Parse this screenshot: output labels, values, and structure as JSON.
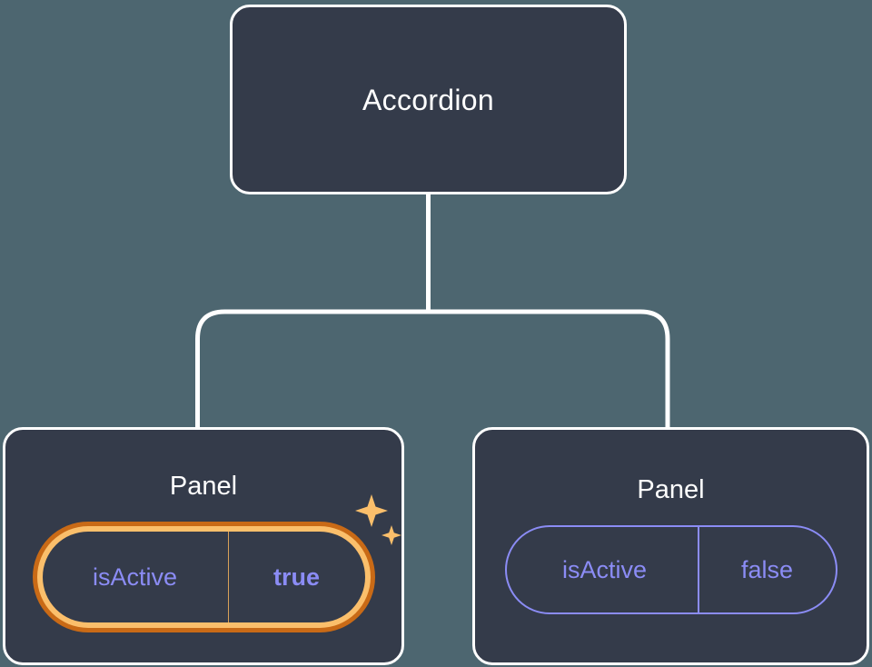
{
  "diagram": {
    "type": "component-tree",
    "background_color": "#4d6670",
    "node_fill": "#343b4a",
    "node_border": "#ffffff",
    "accent_highlight": "#fbbf6b",
    "accent_highlight_outer": "#c96a16",
    "prop_color": "#8b8cf5",
    "root": {
      "title": "Accordion"
    },
    "children": [
      {
        "title": "Panel",
        "highlighted": true,
        "prop": {
          "key": "isActive",
          "value": "true"
        },
        "decoration": "sparkles-icon"
      },
      {
        "title": "Panel",
        "highlighted": false,
        "prop": {
          "key": "isActive",
          "value": "false"
        }
      }
    ]
  }
}
